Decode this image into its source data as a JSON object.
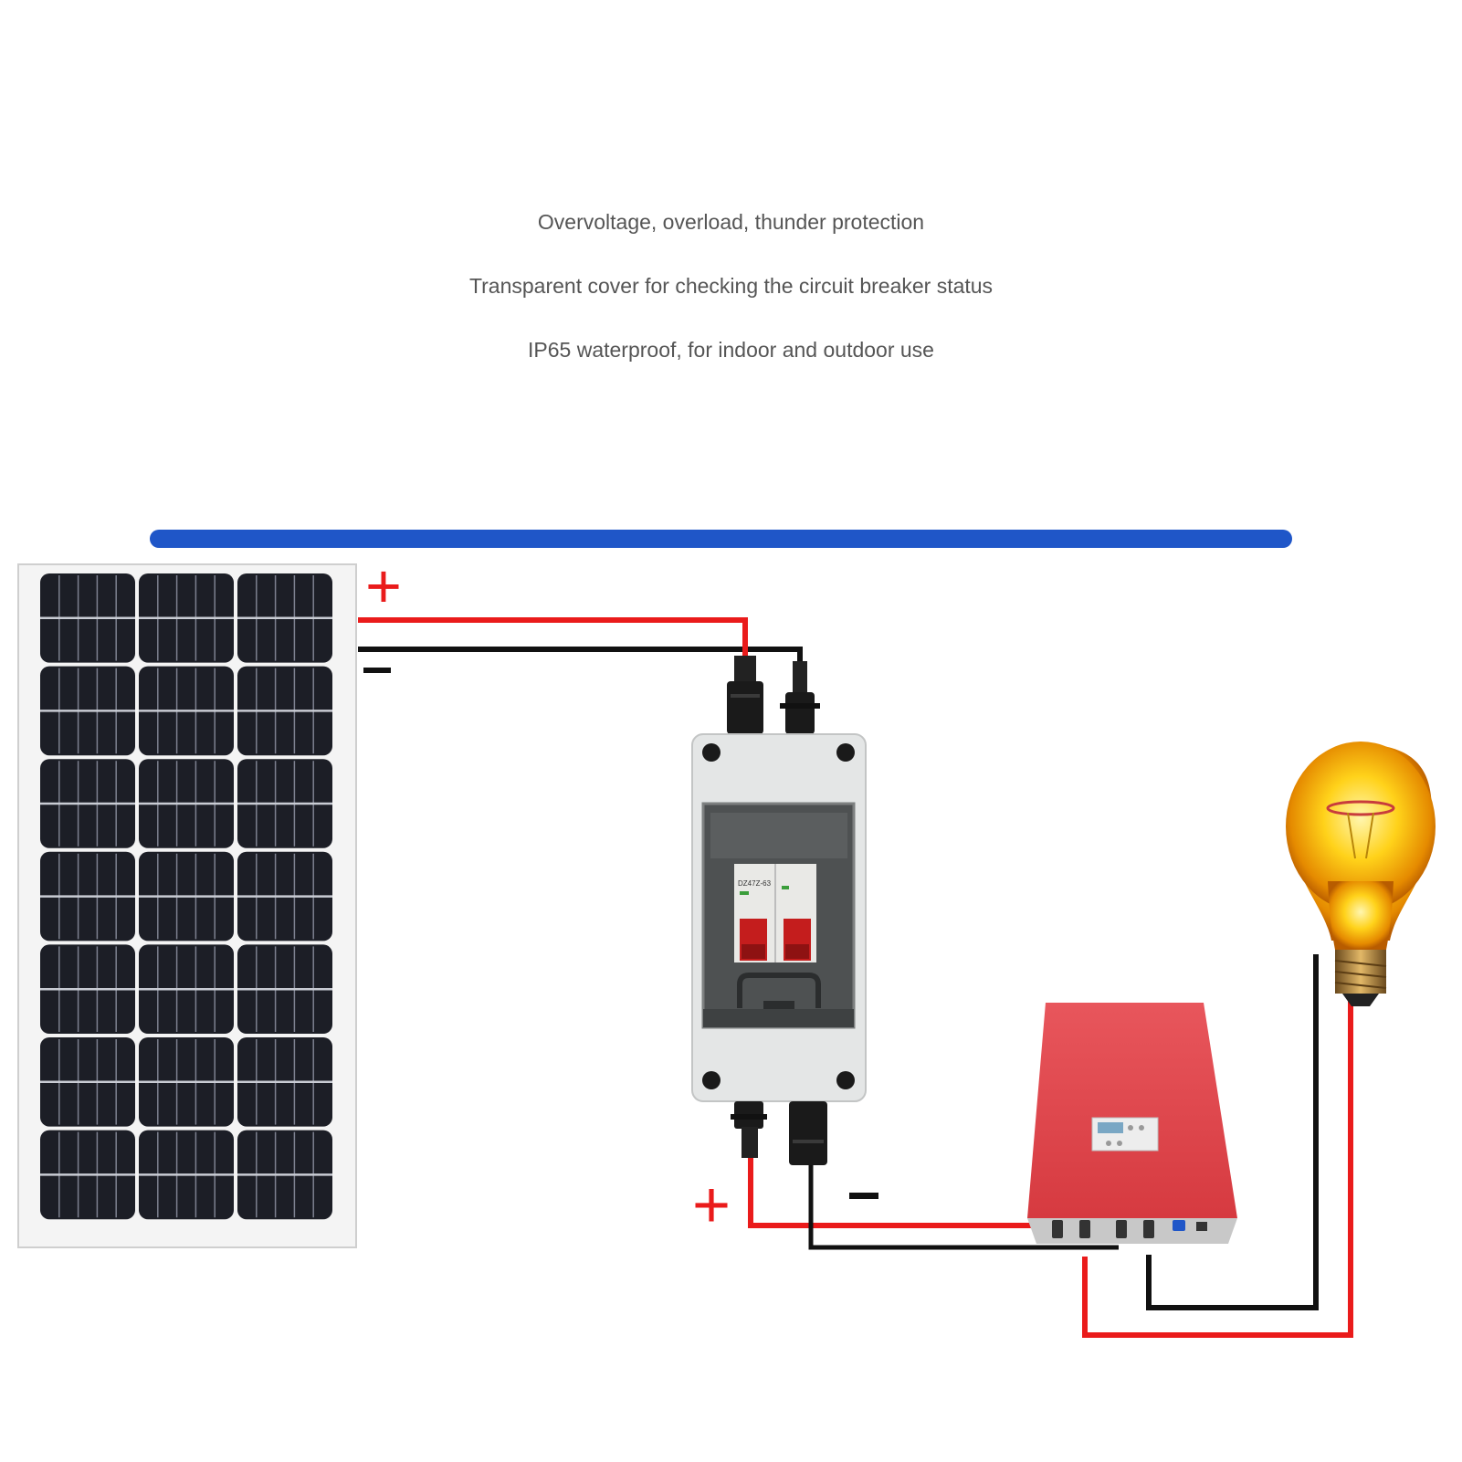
{
  "features": [
    "Overvoltage, overload, thunder protection",
    "Transparent cover for checking the circuit breaker status",
    "IP65 waterproof, for indoor and outdoor use"
  ],
  "polarity": {
    "plus": "+",
    "minus": "–"
  },
  "breaker_label": "DZ47Z-63",
  "colors": {
    "accent_bar": "#1f56c8",
    "positive_wire": "#ea1b1b",
    "negative_wire": "#111111",
    "inverter": "#e2444a",
    "panel_cells": "#1c1e26",
    "enclosure": "#e4e6e6"
  },
  "components": [
    "solar-panel",
    "pv-dc-breaker-box",
    "inverter",
    "light-bulb"
  ],
  "icons": [
    "solar-panel-icon",
    "breaker-box-icon",
    "inverter-icon",
    "light-bulb-icon"
  ]
}
